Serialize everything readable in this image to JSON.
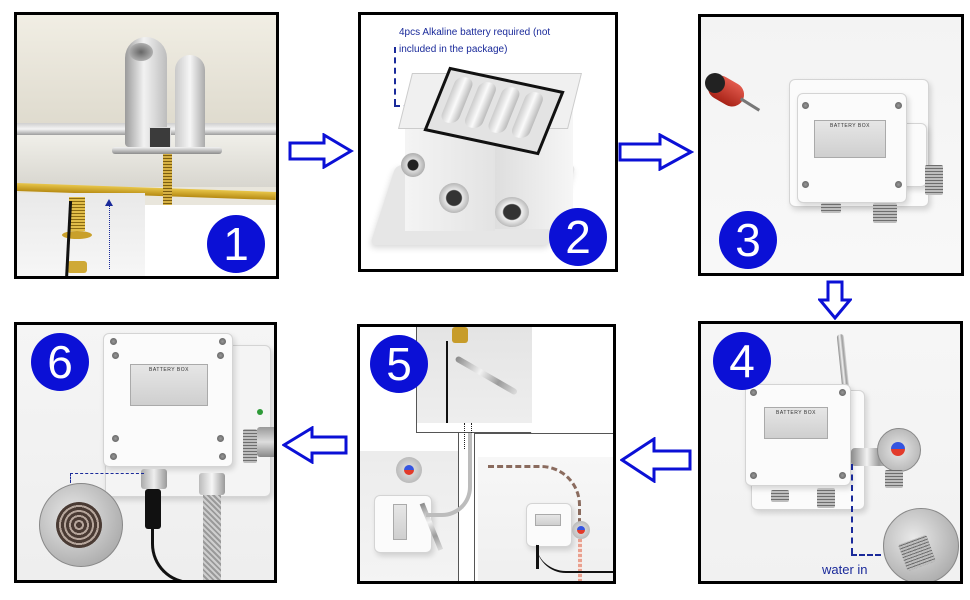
{
  "title": "Sensor faucet control box installation steps",
  "accent_color": "#0b10d6",
  "annotation_color": "#1a2a9a",
  "steps": [
    {
      "number": "1",
      "description": "Mount faucet on deck and secure threaded shank from below"
    },
    {
      "number": "2",
      "description": "Battery box",
      "caption": "4pcs Alkaline battery required (not included in the package)"
    },
    {
      "number": "3",
      "description": "Open battery box cover with screwdriver",
      "label_text": "BATTERY BOX"
    },
    {
      "number": "4",
      "description": "Attach valve to control box",
      "label_text": "BATTERY BOX",
      "caption": "water in"
    },
    {
      "number": "5",
      "description": "Connect hoses between faucet and control box"
    },
    {
      "number": "6",
      "description": "Connect sensor cable and water hose to control box",
      "label_text": "BATTERY BOX"
    }
  ],
  "flow": [
    {
      "from": "1",
      "to": "2",
      "direction": "right"
    },
    {
      "from": "2",
      "to": "3",
      "direction": "right"
    },
    {
      "from": "3",
      "to": "4",
      "direction": "down"
    },
    {
      "from": "4",
      "to": "5",
      "direction": "left"
    },
    {
      "from": "5",
      "to": "6",
      "direction": "left"
    }
  ],
  "icons": {
    "arrow_right": "hollow-arrow-right",
    "arrow_left": "hollow-arrow-left",
    "arrow_down": "hollow-arrow-down"
  }
}
